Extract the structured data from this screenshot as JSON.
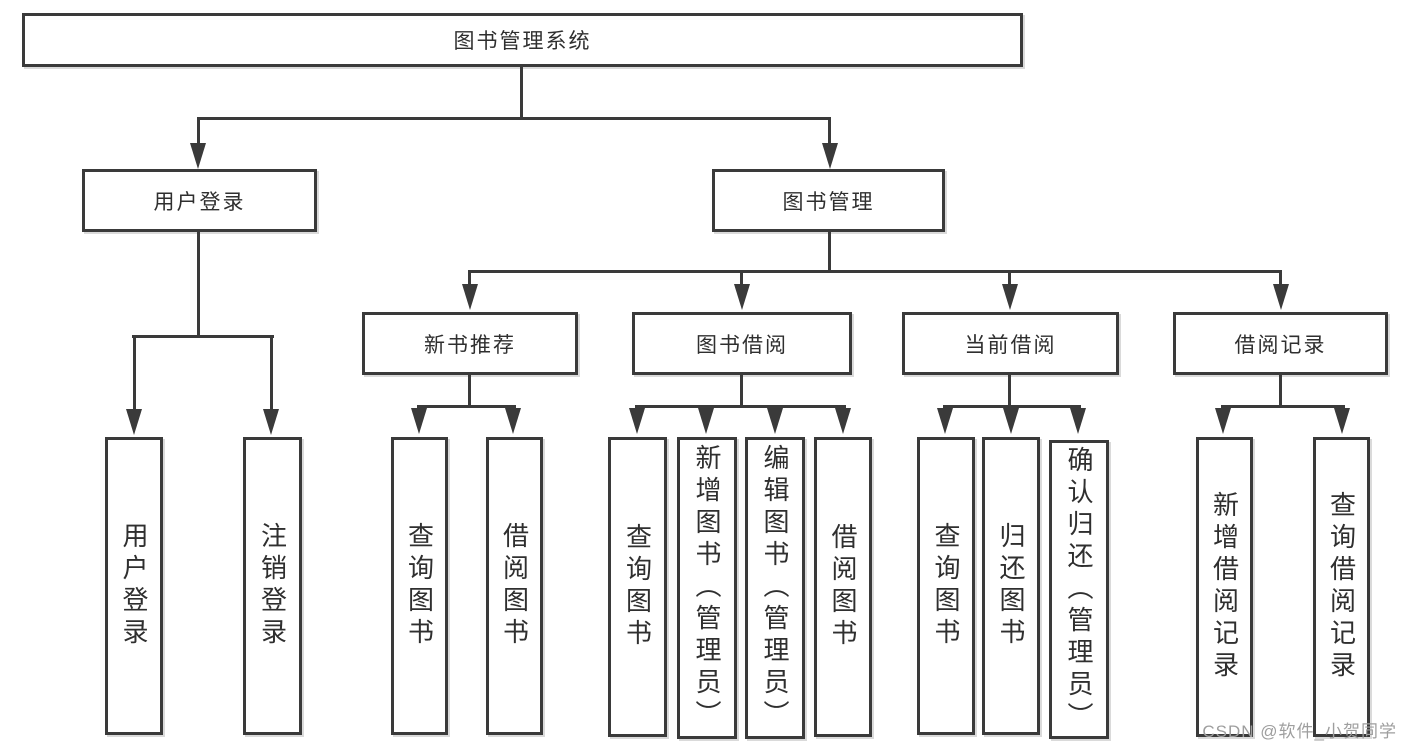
{
  "tree": {
    "root": {
      "label": "图书管理系统"
    },
    "branches": [
      {
        "label": "用户登录",
        "children": [
          {
            "label": "用户登录"
          },
          {
            "label": "注销登录"
          }
        ]
      },
      {
        "label": "图书管理",
        "groups": [
          {
            "label": "新书推荐",
            "children": [
              {
                "label": "查询图书"
              },
              {
                "label": "借阅图书"
              }
            ]
          },
          {
            "label": "图书借阅",
            "children": [
              {
                "label": "查询图书"
              },
              {
                "label": "新增图书（管理员）"
              },
              {
                "label": "编辑图书（管理员）"
              },
              {
                "label": "借阅图书"
              }
            ]
          },
          {
            "label": "当前借阅",
            "children": [
              {
                "label": "查询图书"
              },
              {
                "label": "归还图书"
              },
              {
                "label": "确认归还（管理员）"
              }
            ]
          },
          {
            "label": "借阅记录",
            "children": [
              {
                "label": "新增借阅记录"
              },
              {
                "label": "查询借阅记录"
              }
            ]
          }
        ]
      }
    ]
  },
  "watermark": {
    "text": "CSDN @软件_小贺同学"
  },
  "colors": {
    "line": "#3a3a3a",
    "text": "#2f2f2f",
    "background": "#ffffff",
    "watermark": "#9e9e9e"
  }
}
